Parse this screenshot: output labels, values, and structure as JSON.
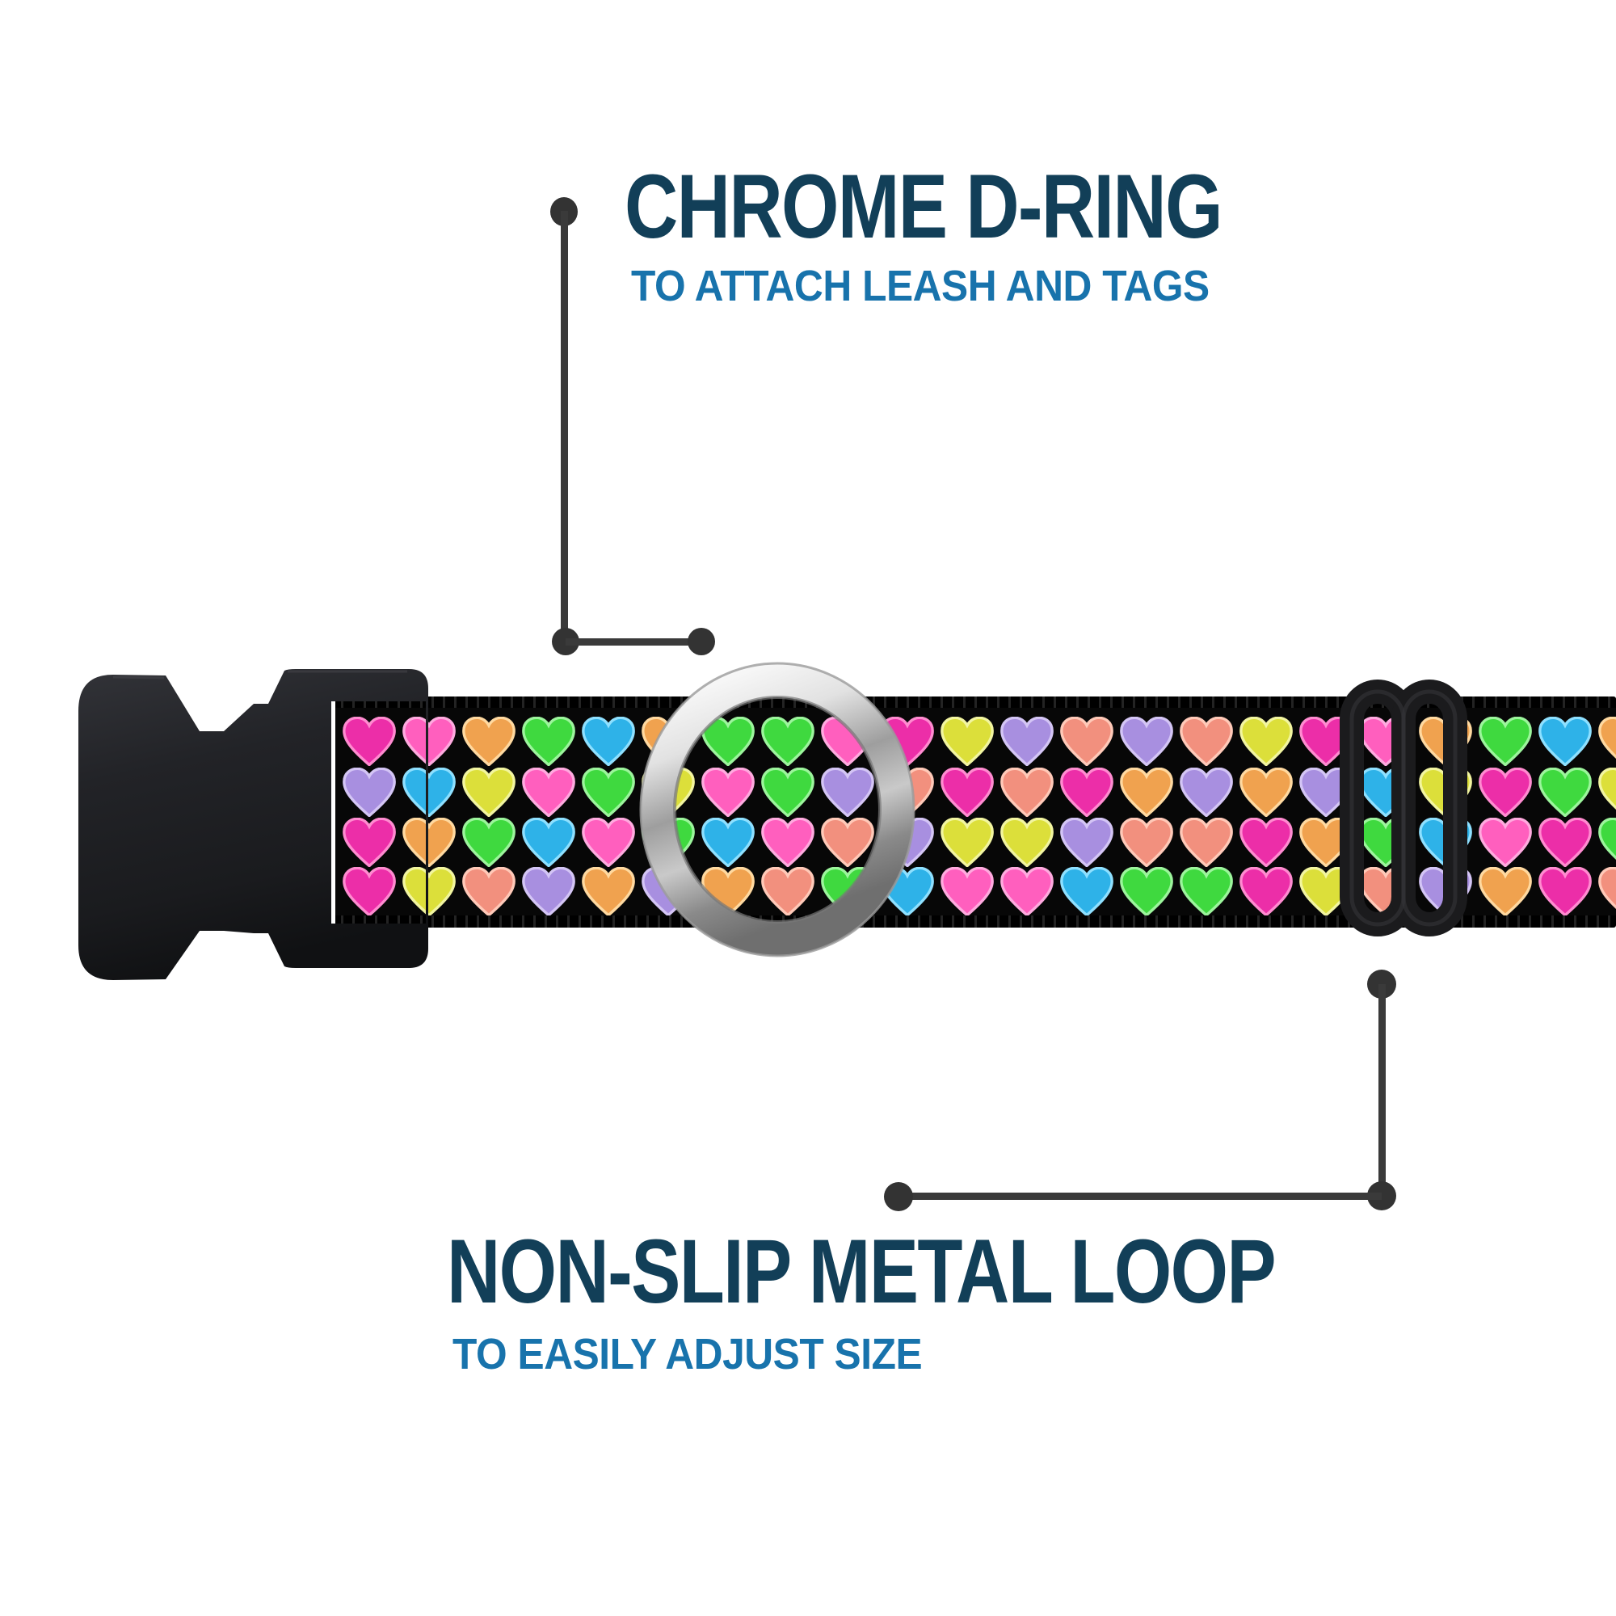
{
  "annotations": {
    "d_ring": {
      "title": "CHROME D-RING",
      "subtitle": "TO ATTACH LEASH AND TAGS"
    },
    "metal_loop": {
      "title": "NON-SLIP METAL LOOP",
      "subtitle": "TO EASILY ADJUST SIZE"
    }
  },
  "colors": {
    "title_navy": "#123F58",
    "subtitle_blue": "#1873AC",
    "leader_gray": "#3a3a3a",
    "webbing_black": "#070707",
    "buckle_dark": "#1F2023",
    "slider_black": "#1B1B1D",
    "chrome_light": "#F8F8F8",
    "chrome_dark": "#8A8A8A"
  },
  "icons": {
    "buckle": "side-release-buckle",
    "d_ring": "chrome-d-ring",
    "slider": "tri-glide-metal-loop",
    "callout_dot": "leader-dot"
  },
  "collar": {
    "pattern": {
      "description": "multicolor hearts on black webbing",
      "palette": {
        "M": {
          "fill": "#EC2EA8",
          "edge": "#FF8BD0"
        },
        "K": {
          "fill": "#FF5FBE",
          "edge": "#FFAADF"
        },
        "O": {
          "fill": "#F0A24F",
          "edge": "#FFD9A0"
        },
        "S": {
          "fill": "#F2907E",
          "edge": "#FFC9B8"
        },
        "Y": {
          "fill": "#DCDF3A",
          "edge": "#F2F5A0"
        },
        "G": {
          "fill": "#3FD93F",
          "edge": "#9CF59C"
        },
        "B": {
          "fill": "#2EB2E8",
          "edge": "#8EE0FF"
        },
        "P": {
          "fill": "#A88FE0",
          "edge": "#D4C5F5"
        }
      },
      "rows": [
        "MKOGBOGGKMYPSPSYMKOGBO",
        "PBYKGYKGPSMSMOPOPBYMGY",
        "MOGBKGBKSPYYPSSMOGBKMG",
        "MYSPOPOSGBKKBGGMYSPOMS"
      ]
    }
  }
}
